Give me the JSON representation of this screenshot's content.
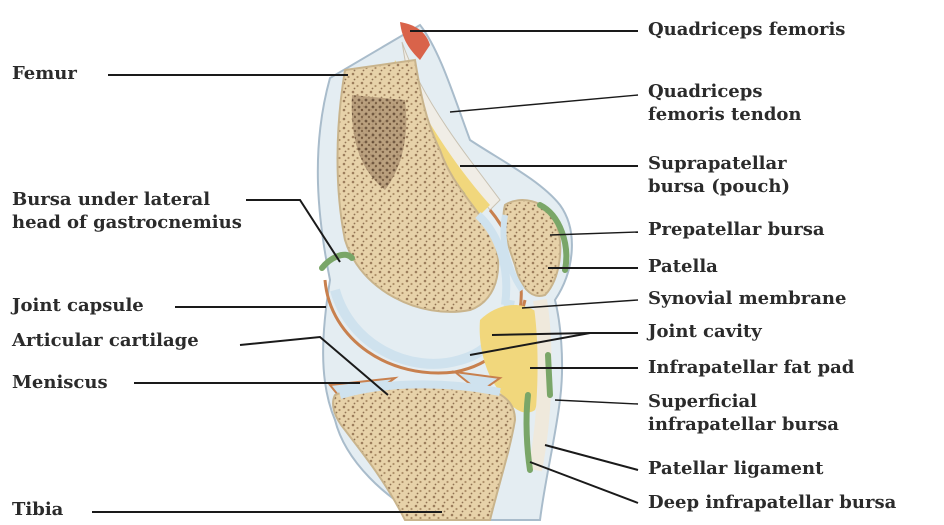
{
  "labels": {
    "left": {
      "femur": "Femur",
      "bursa_gastro": [
        "Bursa under lateral",
        "head of gastrocnemius"
      ],
      "joint_capsule": "Joint capsule",
      "articular_cartilage": "Articular cartilage",
      "meniscus": "Meniscus",
      "tibia": "Tibia"
    },
    "right": {
      "quadriceps": "Quadriceps femoris",
      "quad_tendon": [
        "Quadriceps",
        "femoris tendon"
      ],
      "suprapatellar": [
        "Suprapatellar",
        "bursa (pouch)"
      ],
      "prepatellar": "Prepatellar bursa",
      "patella": "Patella",
      "synovial": "Synovial membrane",
      "joint_cavity": "Joint cavity",
      "fat_pad": "Infrapatellar fat pad",
      "superficial": [
        "Superficial",
        "infrapatellar bursa"
      ],
      "patellar_ligament": "Patellar ligament",
      "deep_bursa": "Deep infrapatellar bursa"
    }
  },
  "colors": {
    "bone": "#e9d8b4",
    "bone_spongy": "#8a7156",
    "cartilage": "#cfe2ee",
    "capsule": "#b9c9d6",
    "synovial": "#c8804e",
    "fat": "#f1d77c",
    "bursa": "#7aa668",
    "muscle": "#d9634a",
    "leader": "#1a1a1a",
    "text": "#2b2b2b"
  }
}
